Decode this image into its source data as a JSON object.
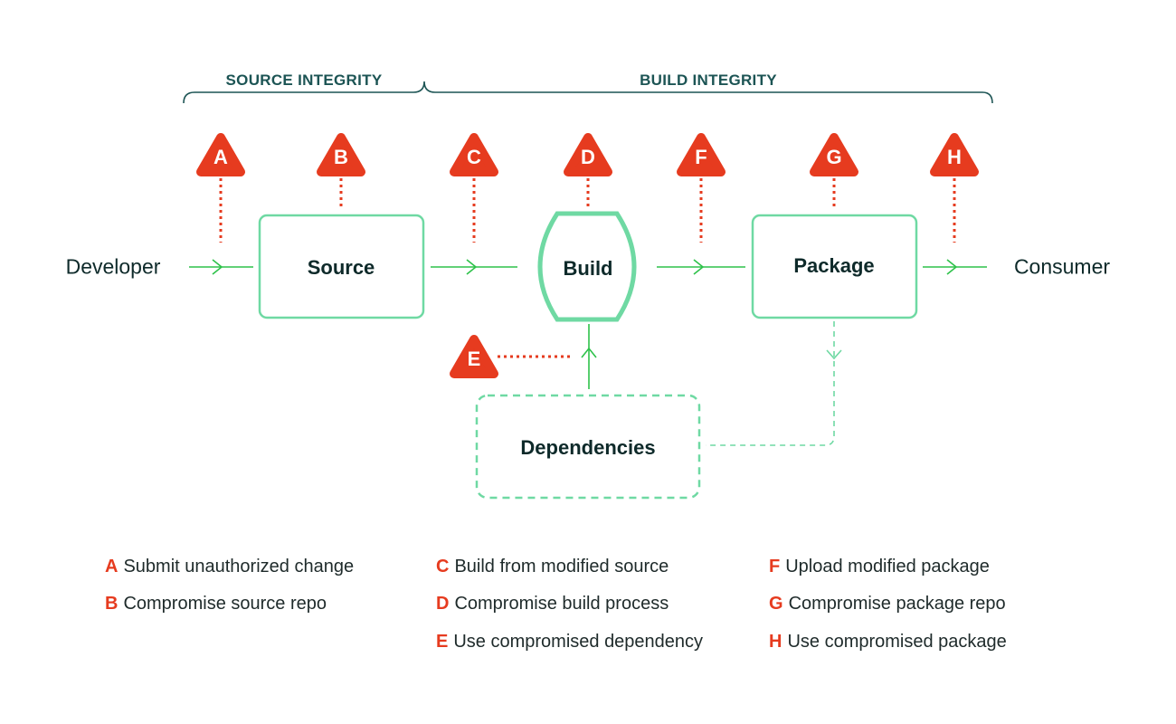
{
  "regions": {
    "source_integrity": "SOURCE INTEGRITY",
    "build_integrity": "BUILD INTEGRITY"
  },
  "actors": {
    "developer": "Developer",
    "consumer": "Consumer"
  },
  "nodes": {
    "source": "Source",
    "build": "Build",
    "package": "Package",
    "dependencies": "Dependencies"
  },
  "threats": [
    {
      "letter": "A",
      "description": "Submit unauthorized change"
    },
    {
      "letter": "B",
      "description": "Compromise source repo"
    },
    {
      "letter": "C",
      "description": "Build from modified source"
    },
    {
      "letter": "D",
      "description": "Compromise build process"
    },
    {
      "letter": "E",
      "description": "Use compromised dependency"
    },
    {
      "letter": "F",
      "description": "Upload modified package"
    },
    {
      "letter": "G",
      "description": "Compromise package repo"
    },
    {
      "letter": "H",
      "description": "Use compromised package"
    }
  ],
  "colors": {
    "threat": "#e63b1f",
    "flow": "#2ec24a",
    "node_border": "#6fd9a3",
    "bracket": "#1c5454",
    "text": "#0e2a2a"
  }
}
